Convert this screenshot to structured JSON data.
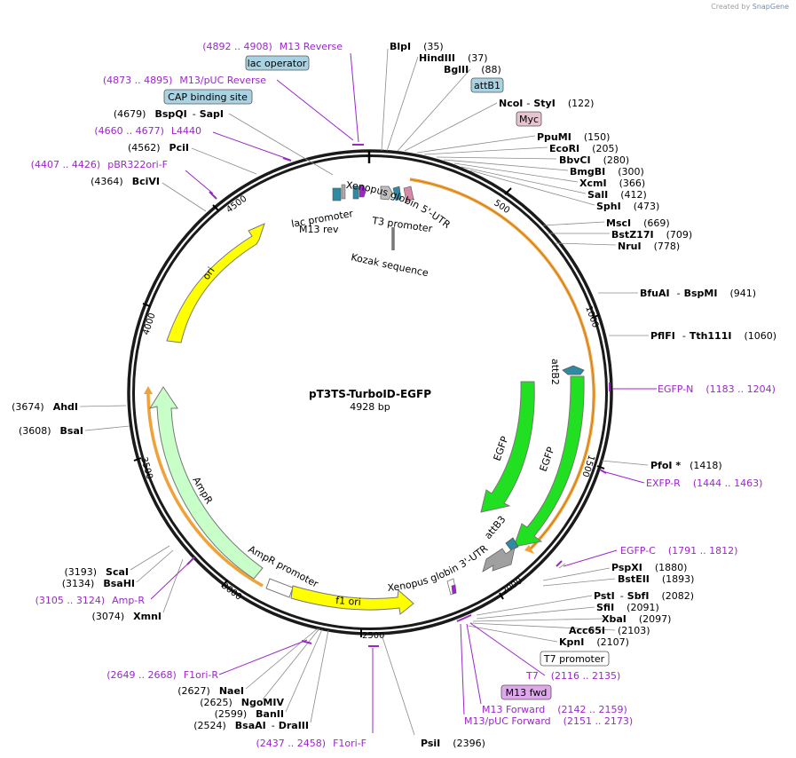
{
  "header": {
    "credit_prefix": "Created by",
    "credit_brand": "SnapGene"
  },
  "plasmid": {
    "name": "pT3TS-TurboID-EGFP",
    "length_label": "4928 bp",
    "length": 4928
  },
  "colors": {
    "ring": "#1a1a1a",
    "primer": "#9b27c9",
    "orange": "#f0a23a",
    "ori": "#ffff00",
    "egfp": "#21e021",
    "ampr": "#c8ffc8",
    "boxTeal": "#a9d3e3",
    "boxPink": "#e7c3cf",
    "boxPurple": "#e0a8ec"
  },
  "tick_labels": [
    "500",
    "1000",
    "1500",
    "2000",
    "2500",
    "3000",
    "3500",
    "4000",
    "4500"
  ],
  "enzymes": [
    {
      "name": "BlpI",
      "pos": "(35)"
    },
    {
      "name": "HindIII",
      "pos": "(37)"
    },
    {
      "name": "BglII",
      "pos": "(88)"
    },
    {
      "name": "NcoI",
      "name2": "StyI",
      "pos": "(122)"
    },
    {
      "name": "PpuMI",
      "pos": "(150)"
    },
    {
      "name": "EcoRI",
      "pos": "(205)"
    },
    {
      "name": "BbvCI",
      "pos": "(280)"
    },
    {
      "name": "BmgBI",
      "pos": "(300)"
    },
    {
      "name": "XcmI",
      "pos": "(366)"
    },
    {
      "name": "SalI",
      "pos": "(412)"
    },
    {
      "name": "SphI",
      "pos": "(473)"
    },
    {
      "name": "MscI",
      "pos": "(669)"
    },
    {
      "name": "BstZ17I",
      "pos": "(709)"
    },
    {
      "name": "NruI",
      "pos": "(778)"
    },
    {
      "name": "BfuAI",
      "name2": "BspMI",
      "pos": "(941)"
    },
    {
      "name": "PflFI",
      "name2": "Tth111I",
      "pos": "(1060)"
    },
    {
      "name": "PfoI *",
      "pos": "(1418)"
    },
    {
      "name": "PspXI",
      "pos": "(1880)"
    },
    {
      "name": "BstEII",
      "pos": "(1893)"
    },
    {
      "name": "PstI",
      "name2": "SbfI",
      "pos": "(2082)"
    },
    {
      "name": "SfiI",
      "pos": "(2091)"
    },
    {
      "name": "XbaI",
      "pos": "(2097)"
    },
    {
      "name": "Acc65I",
      "pos": "(2103)"
    },
    {
      "name": "KpnI",
      "pos": "(2107)"
    },
    {
      "name": "PsiI",
      "pos": "(2396)"
    },
    {
      "name": "BsaAI",
      "name2": "DraIII",
      "pos": "(2524)"
    },
    {
      "name": "BanII",
      "pos": "(2599)"
    },
    {
      "name": "NgoMIV",
      "pos": "(2625)"
    },
    {
      "name": "NaeI",
      "pos": "(2627)"
    },
    {
      "name": "XmnI",
      "pos": "(3074)"
    },
    {
      "name": "BsaHI",
      "pos": "(3134)"
    },
    {
      "name": "ScaI",
      "pos": "(3193)"
    },
    {
      "name": "BsaI",
      "pos": "(3608)"
    },
    {
      "name": "AhdI",
      "pos": "(3674)"
    },
    {
      "name": "BciVI",
      "pos": "(4364)"
    },
    {
      "name": "PciI",
      "pos": "(4562)"
    },
    {
      "name": "BspQI",
      "name2": "SapI",
      "pos": "(4679)"
    }
  ],
  "primers": [
    {
      "range": "(4892 .. 4908)",
      "name": "M13 Reverse"
    },
    {
      "range": "(4873 .. 4895)",
      "name": "M13/pUC Reverse"
    },
    {
      "range": "(4660 .. 4677)",
      "name": "L4440"
    },
    {
      "range": "(4407 .. 4426)",
      "name": "pBR322ori-F"
    },
    {
      "name": "EGFP-N",
      "range": "(1183 .. 1204)"
    },
    {
      "name": "EXFP-R",
      "range": "(1444 .. 1463)"
    },
    {
      "name": "EGFP-C",
      "range": "(1791 .. 1812)"
    },
    {
      "name": "T7",
      "range": "(2116 .. 2135)"
    },
    {
      "name": "M13 Forward",
      "range": "(2142 .. 2159)"
    },
    {
      "name": "M13/pUC Forward",
      "range": "(2151 .. 2173)"
    },
    {
      "range": "(2649 .. 2668)",
      "name": "F1ori-R"
    },
    {
      "range": "(2437 .. 2458)",
      "name": "F1ori-F"
    },
    {
      "range": "(3105 .. 3124)",
      "name": "Amp-R"
    }
  ],
  "boxed_features": [
    "lac operator",
    "CAP binding site",
    "attB1",
    "Myc",
    "T7 promoter",
    "M13 fwd"
  ],
  "feature_labels": {
    "lac_promoter": "lac promoter",
    "m13_rev": "M13 rev",
    "t3_promoter": "T3 promoter",
    "xenopus5": "Xenopus globin 5'-UTR",
    "kozak": "Kozak sequence",
    "ori": "ori",
    "attb2": "attB2",
    "egfp1": "EGFP",
    "egfp2": "EGFP",
    "attb3": "attB3",
    "xenopus3": "Xenopus globin 3'-UTR",
    "ampr": "AmpR",
    "ampr_promoter": "AmpR promoter",
    "f1ori": "f1 ori"
  }
}
